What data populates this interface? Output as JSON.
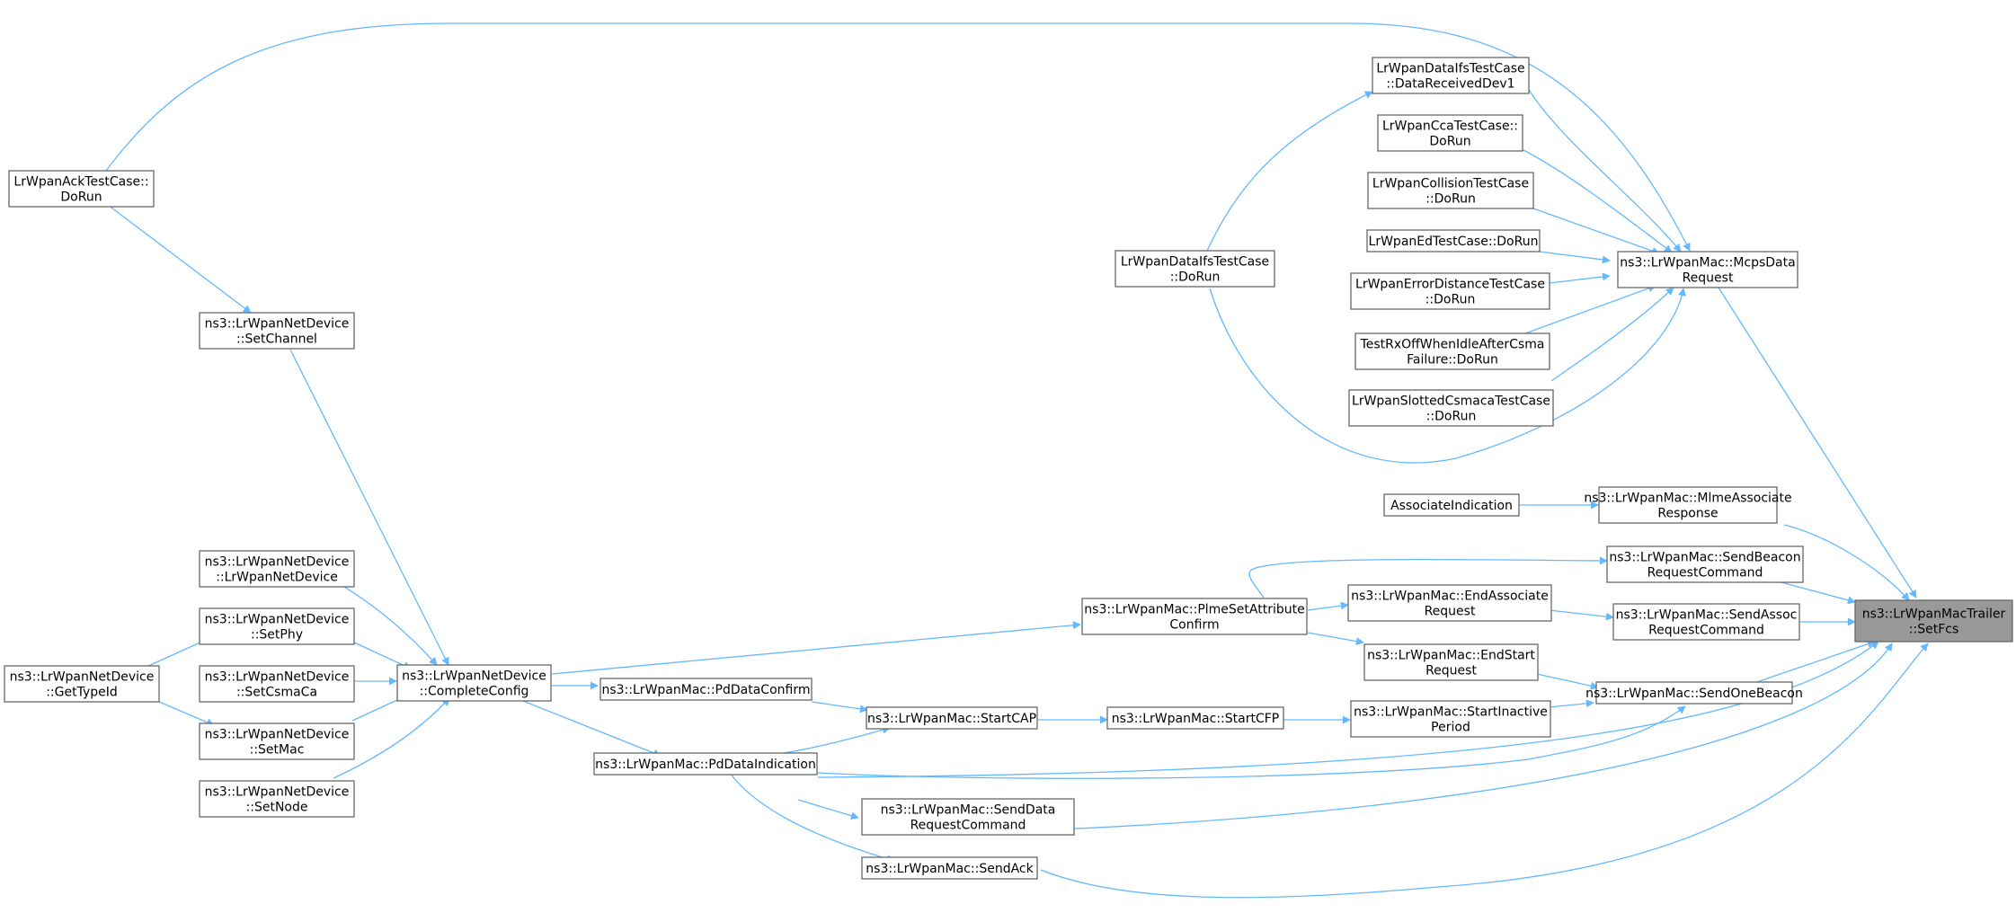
{
  "graph": {
    "colors": {
      "edge": "#63b8ff",
      "border": "#666666",
      "current_fill": "#999999",
      "background": "#ffffff"
    },
    "nodes": [
      {
        "id": "setfcs",
        "lines": [
          "ns3::LrWpanMacTrailer",
          "::SetFcs"
        ],
        "current": true
      },
      {
        "id": "mcps",
        "lines": [
          "ns3::LrWpanMac::McpsData",
          "Request"
        ]
      },
      {
        "id": "mlmeassoc",
        "lines": [
          "ns3::LrWpanMac::MlmeAssociate",
          "Response"
        ]
      },
      {
        "id": "sendbeaconreq",
        "lines": [
          "ns3::LrWpanMac::SendBeacon",
          "RequestCommand"
        ]
      },
      {
        "id": "sendassoc",
        "lines": [
          "ns3::LrWpanMac::SendAssoc",
          "RequestCommand"
        ]
      },
      {
        "id": "sendonebeacon",
        "lines": [
          "ns3::LrWpanMac::SendOneBeacon"
        ]
      },
      {
        "id": "senddata",
        "lines": [
          "ns3::LrWpanMac::SendData",
          "RequestCommand"
        ]
      },
      {
        "id": "sendack",
        "lines": [
          "ns3::LrWpanMac::SendAck"
        ]
      },
      {
        "id": "pddataind",
        "lines": [
          "ns3::LrWpanMac::PdDataIndication"
        ]
      },
      {
        "id": "startcap",
        "lines": [
          "ns3::LrWpanMac::StartCAP"
        ]
      },
      {
        "id": "startcfp",
        "lines": [
          "ns3::LrWpanMac::StartCFP"
        ]
      },
      {
        "id": "startinactive",
        "lines": [
          "ns3::LrWpanMac::StartInactive",
          "Period"
        ]
      },
      {
        "id": "endstart",
        "lines": [
          "ns3::LrWpanMac::EndStart",
          "Request"
        ]
      },
      {
        "id": "endassoc",
        "lines": [
          "ns3::LrWpanMac::EndAssociate",
          "Request"
        ]
      },
      {
        "id": "plmeset",
        "lines": [
          "ns3::LrWpanMac::PlmeSetAttribute",
          "Confirm"
        ]
      },
      {
        "id": "pddataconf",
        "lines": [
          "ns3::LrWpanMac::PdDataConfirm"
        ]
      },
      {
        "id": "completeconfig",
        "lines": [
          "ns3::LrWpanNetDevice",
          "::CompleteConfig"
        ]
      },
      {
        "id": "setchannel",
        "lines": [
          "ns3::LrWpanNetDevice",
          "::SetChannel"
        ]
      },
      {
        "id": "ctor",
        "lines": [
          "ns3::LrWpanNetDevice",
          "::LrWpanNetDevice"
        ]
      },
      {
        "id": "setphy",
        "lines": [
          "ns3::LrWpanNetDevice",
          "::SetPhy"
        ]
      },
      {
        "id": "setcsmaca",
        "lines": [
          "ns3::LrWpanNetDevice",
          "::SetCsmaCa"
        ]
      },
      {
        "id": "setmac",
        "lines": [
          "ns3::LrWpanNetDevice",
          "::SetMac"
        ]
      },
      {
        "id": "setnode",
        "lines": [
          "ns3::LrWpanNetDevice",
          "::SetNode"
        ]
      },
      {
        "id": "gettypeid",
        "lines": [
          "ns3::LrWpanNetDevice",
          "::GetTypeId"
        ]
      },
      {
        "id": "acktest",
        "lines": [
          "LrWpanAckTestCase::",
          "DoRun"
        ]
      },
      {
        "id": "assocind",
        "lines": [
          "AssociateIndication"
        ]
      },
      {
        "id": "ifsrecv",
        "lines": [
          "LrWpanDataIfsTestCase",
          "::DataReceivedDev1"
        ]
      },
      {
        "id": "ifsdorun",
        "lines": [
          "LrWpanDataIfsTestCase",
          "::DoRun"
        ]
      },
      {
        "id": "ccatest",
        "lines": [
          "LrWpanCcaTestCase::",
          "DoRun"
        ]
      },
      {
        "id": "colltest",
        "lines": [
          "LrWpanCollisionTestCase",
          "::DoRun"
        ]
      },
      {
        "id": "edtest",
        "lines": [
          "LrWpanEdTestCase::DoRun"
        ]
      },
      {
        "id": "errtest",
        "lines": [
          "LrWpanErrorDistanceTestCase",
          "::DoRun"
        ]
      },
      {
        "id": "rxoff",
        "lines": [
          "TestRxOffWhenIdleAfterCsma",
          "Failure::DoRun"
        ]
      },
      {
        "id": "slotted",
        "lines": [
          "LrWpanSlottedCsmacaTestCase",
          "::DoRun"
        ]
      }
    ]
  }
}
